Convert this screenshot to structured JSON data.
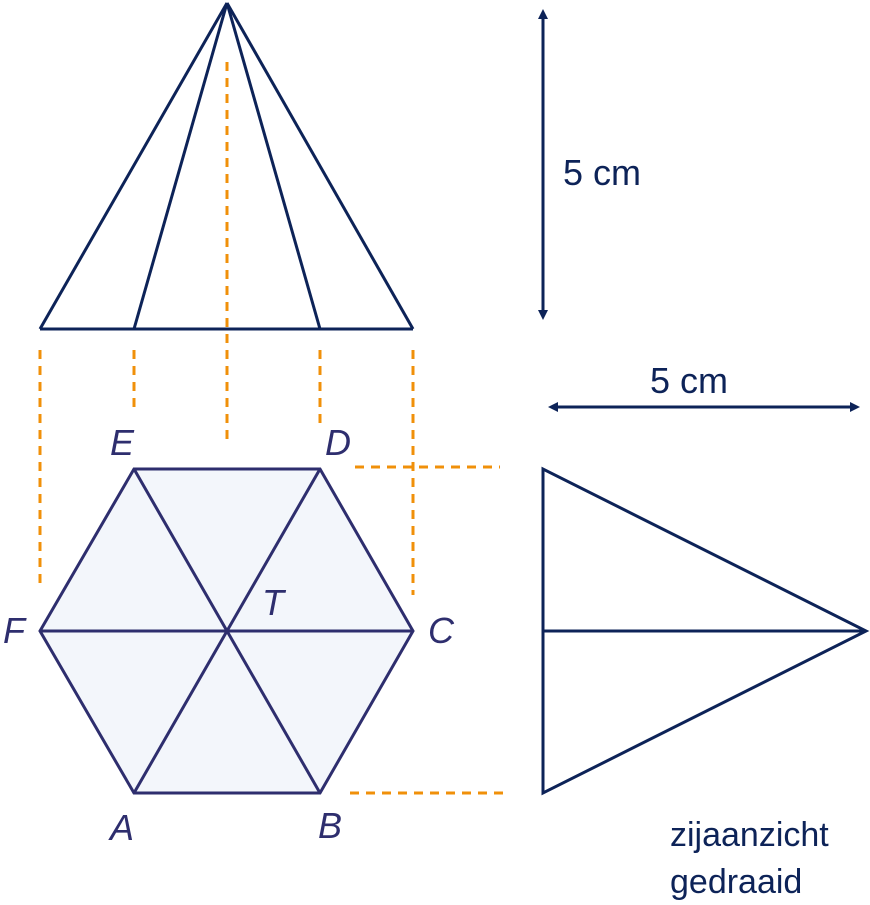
{
  "colors": {
    "line": "#0d2358",
    "hex_line": "#2e2e6e",
    "hex_fill": "#f3f6fb",
    "dashed": "#f0900a"
  },
  "vertices": {
    "a": "A",
    "b": "B",
    "c": "C",
    "d": "D",
    "e": "E",
    "f": "F",
    "t": "T"
  },
  "dimensions": {
    "height": "5 cm",
    "width": "5 cm"
  },
  "caption": {
    "line1": "zijaanzicht",
    "line2": "gedraaid"
  }
}
